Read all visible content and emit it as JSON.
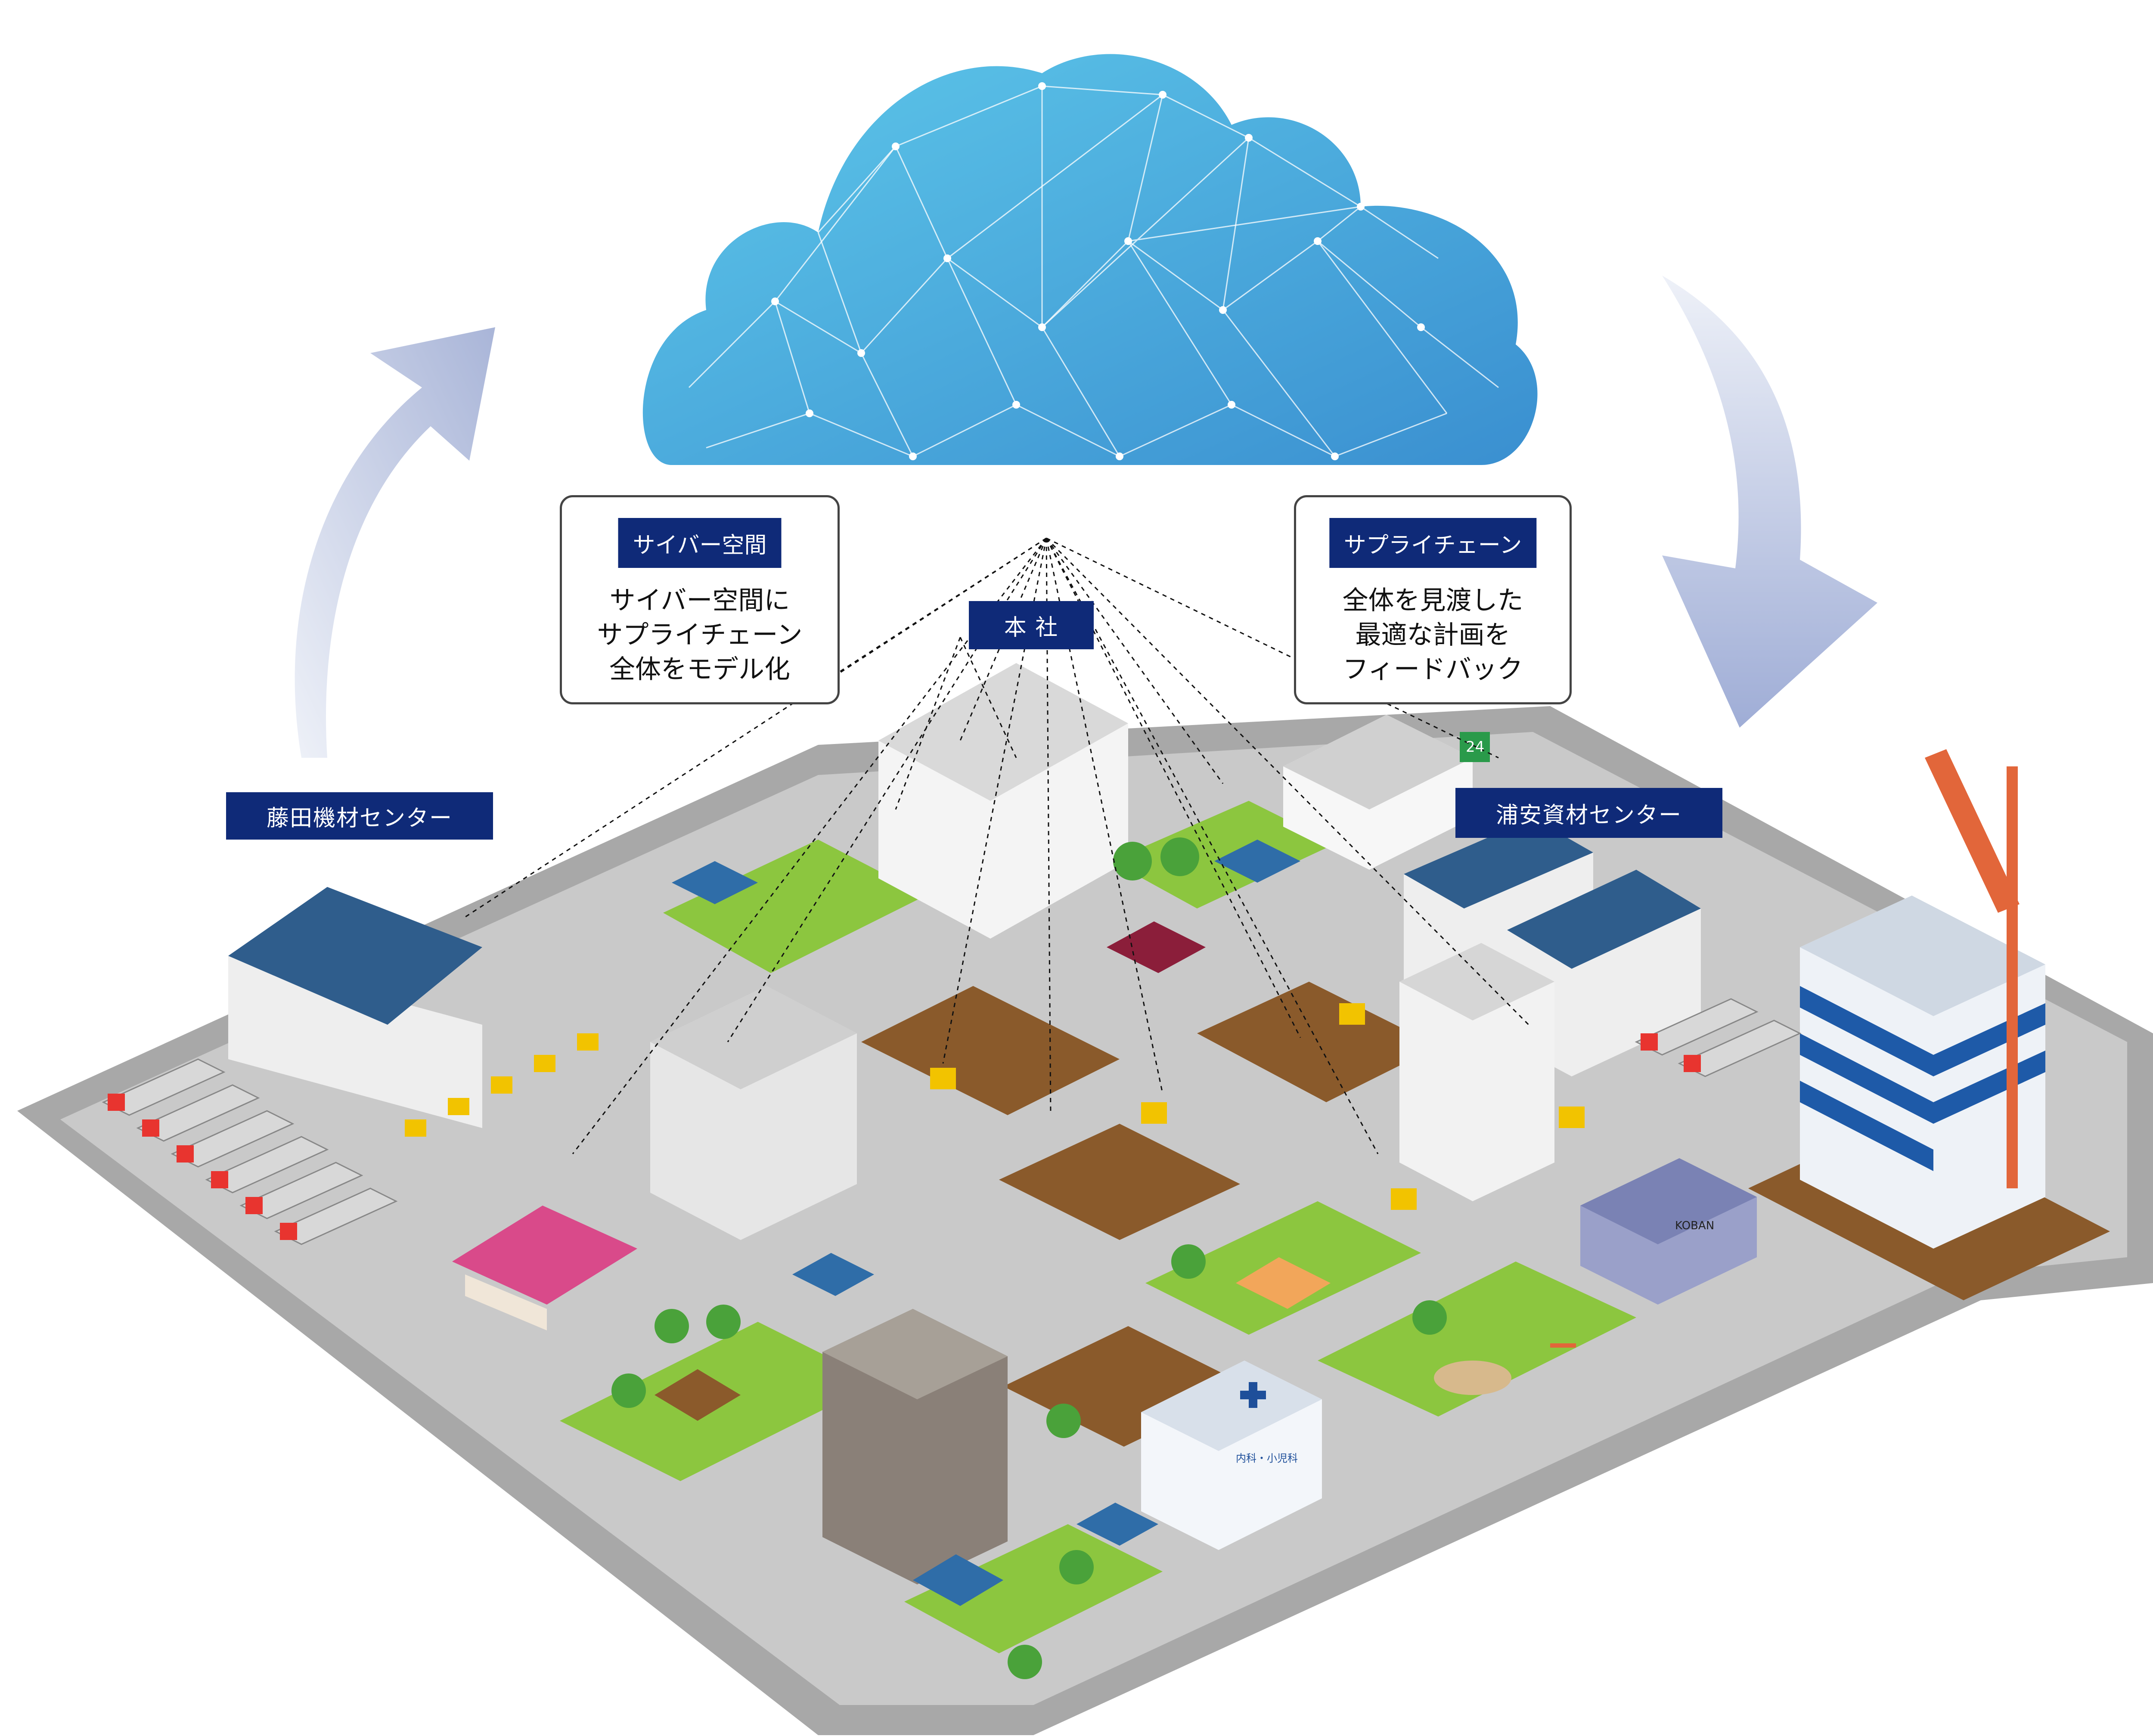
{
  "cloud": {
    "color_light": "#5ec8ea",
    "color_dark": "#3a8fd0",
    "icon": "network-cloud"
  },
  "hq_label": "本 社",
  "callouts": {
    "cyber": {
      "title": "サイバー空間",
      "lines": [
        "サイバー空間に",
        "サプライチェーン",
        "全体をモデル化"
      ]
    },
    "supply": {
      "title": "サプライチェーン",
      "lines": [
        "全体を見渡した",
        "最適な計画を",
        "フィードバック"
      ]
    }
  },
  "site_labels": {
    "fujita": "藤田機材センター",
    "urayasu": "浦安資材センター"
  },
  "signs": {
    "koban": "KOBAN",
    "store_24": "24",
    "clinic": "内科・小児科"
  },
  "colors": {
    "navy": "#0f2a78",
    "arrow": "#b8c3df",
    "road": "#9a9a9a",
    "grass": "#8cc63f",
    "dirt": "#8a5a2b"
  }
}
